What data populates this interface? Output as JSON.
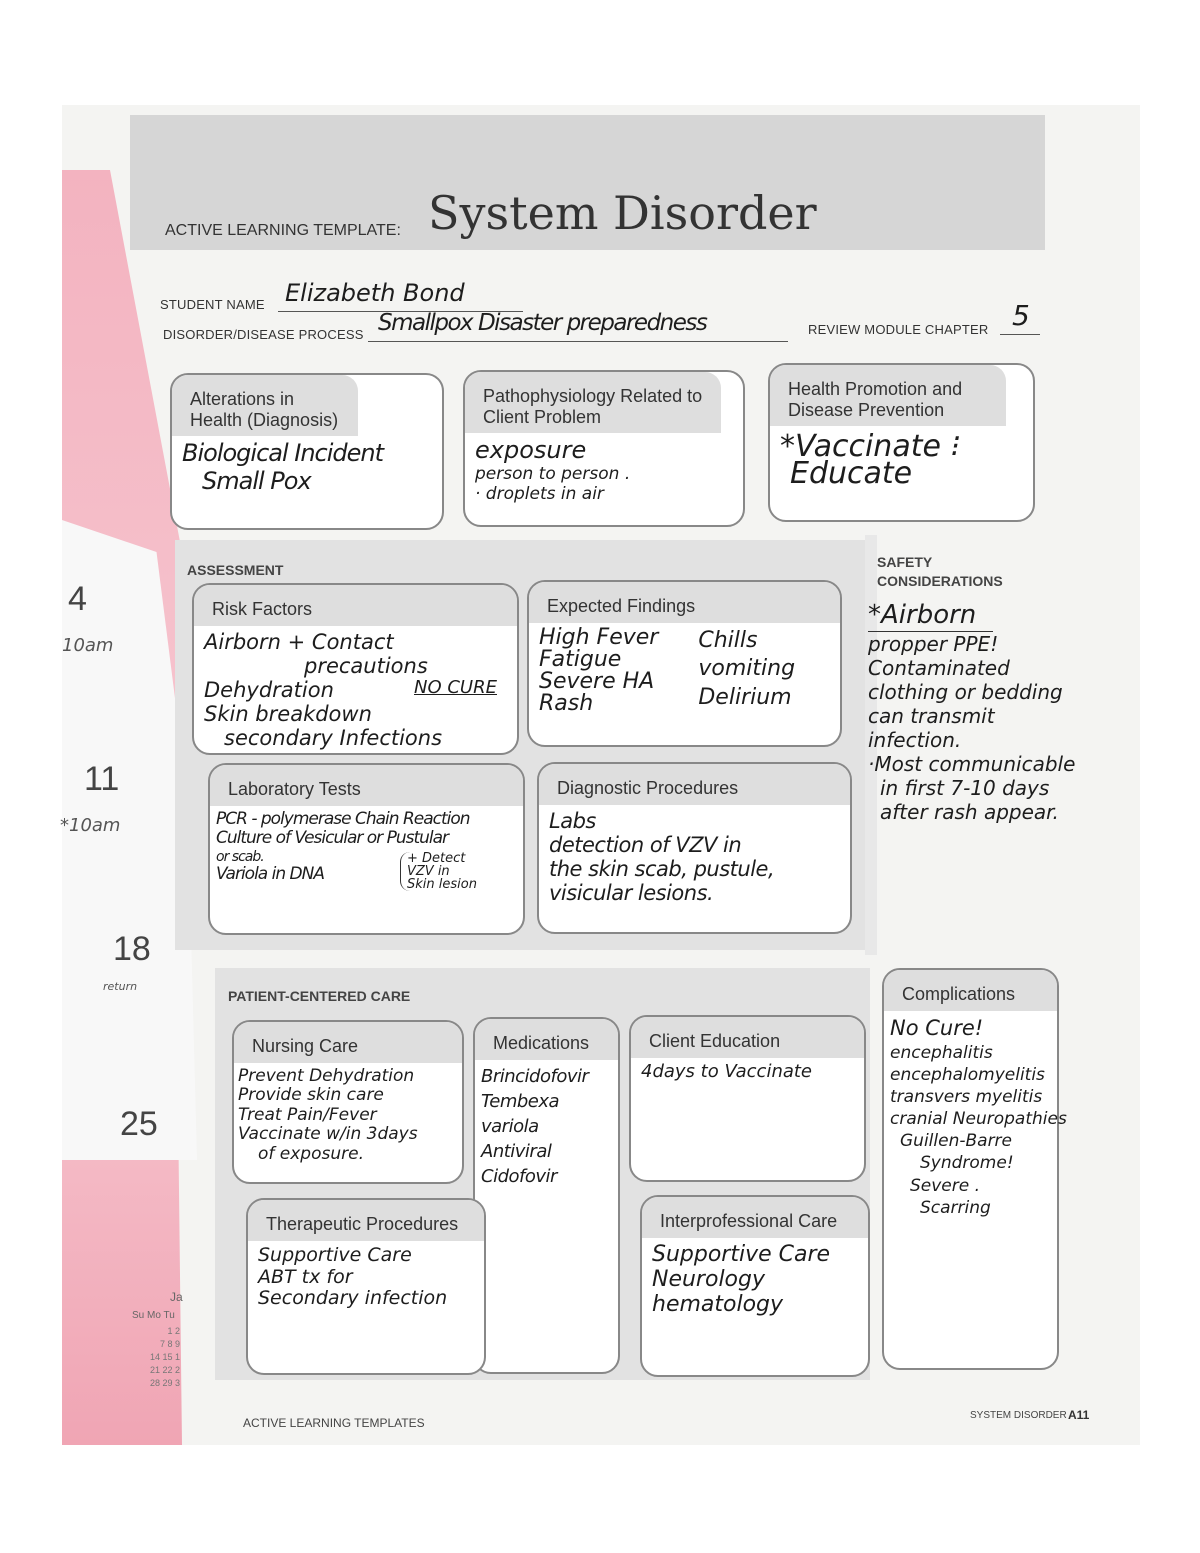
{
  "header": {
    "template_label": "ACTIVE LEARNING TEMPLATE:",
    "title": "System Disorder"
  },
  "fields": {
    "student_name_label": "STUDENT NAME",
    "student_name": "Elizabeth Bond",
    "disorder_label": "DISORDER/DISEASE PROCESS",
    "disorder": "Smallpox Disaster preparedness",
    "review_label": "REVIEW MODULE CHAPTER",
    "chapter": "5"
  },
  "top_boxes": [
    {
      "title": "Alterations in Health (Diagnosis)",
      "lines": [
        "Biological Incident",
        "Small Pox"
      ]
    },
    {
      "title": "Pathophysiology Related to Client Problem",
      "lines": [
        "exposure",
        "person to person .",
        "· droplets in air"
      ]
    },
    {
      "title": "Health Promotion and Disease Prevention",
      "lines": [
        "*Vaccinate ⁝",
        "Educate"
      ]
    }
  ],
  "assessment": {
    "label": "ASSESSMENT",
    "risk_factors": {
      "title": "Risk Factors",
      "lines": [
        "Airborn + Contact",
        "precautions",
        "Dehydration",
        "Skin breakdown",
        "secondary Infections"
      ],
      "note": "NO CURE"
    },
    "expected_findings": {
      "title": "Expected Findings",
      "col1": [
        "High Fever",
        "Fatigue",
        "Severe HA",
        "Rash"
      ],
      "col2": [
        "Chills",
        "vomiting",
        "Delirium"
      ]
    },
    "laboratory_tests": {
      "title": "Laboratory Tests",
      "lines": [
        "PCR - polymerase Chain Reaction",
        "Culture of Vesicular or Pustular",
        "or scab.",
        "Variola in DNA"
      ],
      "note": [
        "+ Detect",
        "VZV in",
        "Skin lesion"
      ]
    },
    "diagnostic_procedures": {
      "title": "Diagnostic Procedures",
      "lines": [
        "Labs",
        "detection of VZV in",
        "the skin scab, pustule,",
        "visicular lesions."
      ]
    }
  },
  "safety": {
    "label1": "SAFETY",
    "label2": "CONSIDERATIONS",
    "lines": [
      "*Airborn",
      "propper PPE!",
      "Contaminated",
      "clothing or bedding",
      "can transmit",
      "infection.",
      "·Most communicable",
      "in first 7-10 days",
      "after rash appear."
    ]
  },
  "patient_care": {
    "label": "PATIENT-CENTERED CARE",
    "nursing_care": {
      "title": "Nursing Care",
      "lines": [
        "Prevent Dehydration",
        "Provide skin care",
        "Treat Pain/Fever",
        "Vaccinate w/in 3days",
        "of exposure."
      ]
    },
    "medications": {
      "title": "Medications",
      "lines": [
        "Brincidofovir",
        "Tembexa",
        "variola",
        "Antiviral",
        "Cidofovir"
      ]
    },
    "client_education": {
      "title": "Client Education",
      "lines": [
        "4days to Vaccinate"
      ]
    },
    "therapeutic_procedures": {
      "title": "Therapeutic Procedures",
      "lines": [
        "Supportive Care",
        "ABT tx for",
        "Secondary infection"
      ]
    },
    "interprofessional_care": {
      "title": "Interprofessional Care",
      "lines": [
        "Supportive Care",
        "Neurology",
        "hematology"
      ]
    }
  },
  "complications": {
    "title": "Complications",
    "lines": [
      "No Cure!",
      "encephalitis",
      "encephalomyelitis",
      "transvers myelitis",
      "cranial Neuropathies",
      "Guillen-Barre",
      "Syndrome!",
      "Severe .",
      "Scarring"
    ]
  },
  "footer": {
    "left": "ACTIVE LEARNING TEMPLATES",
    "right_label": "SYSTEM DISORDER",
    "page": "A11"
  },
  "calendar": {
    "d1": "4",
    "t1": "10am",
    "d2": "11",
    "t2": "*10am",
    "d3": "18",
    "t3": "return",
    "d4": "25",
    "month": "Ja",
    "days": "Su Mo Tu",
    "rows": [
      "1 2",
      "7 8 9",
      "14 15 1",
      "21 22 2",
      "28 29 3"
    ]
  }
}
